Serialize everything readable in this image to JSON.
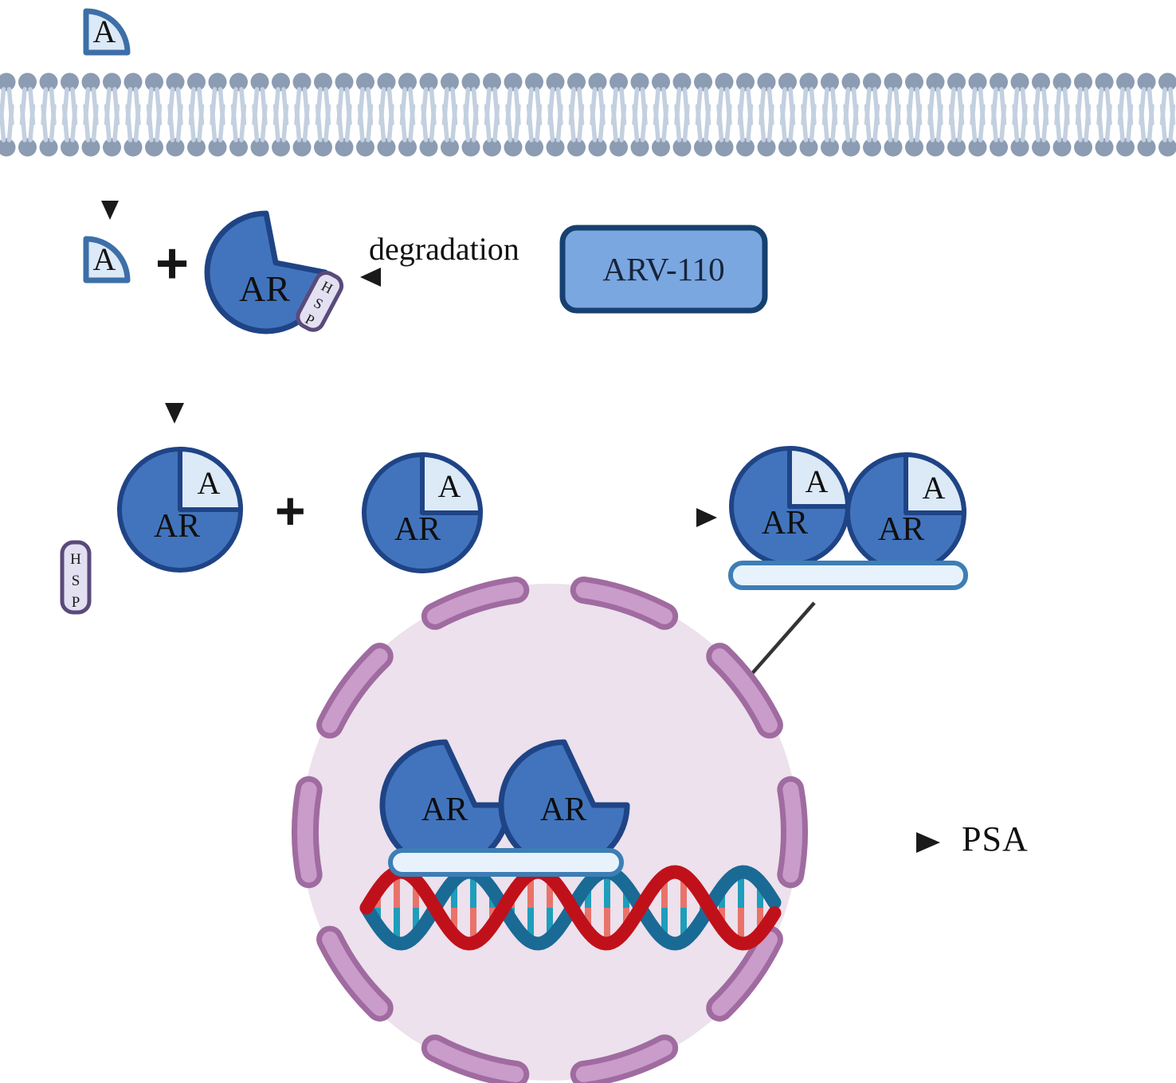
{
  "diagram": {
    "title_text": "",
    "labels": {
      "androgen": "A",
      "receptor": "AR",
      "heat_shock_protein_lines": [
        "H",
        "S",
        "P"
      ],
      "heat_shock_protein": "HSP",
      "degradation": "degradation",
      "drug": "ARV-110",
      "psa": "PSA",
      "plus": "+"
    },
    "colors": {
      "androgen_fill": "#dce9f7",
      "androgen_stroke": "#3d6fa8",
      "receptor_fill": "#4274bd",
      "receptor_stroke": "#1f4486",
      "hsp_fill": "#e3e0f2",
      "hsp_stroke": "#5a4a7a",
      "drug_fill": "#7ba7e0",
      "drug_stroke": "#16406f",
      "membrane_head": "#8b9cb3",
      "membrane_tail": "#c3d0e0",
      "nucleus_fill": "#ece1ec",
      "envelope_outer": "#a06ba0",
      "envelope_inner": "#c99cc9",
      "dna_strand_red": "#c0111b",
      "dna_strand_blue": "#1a6a96",
      "dna_rung_teal": "#1f9dbb",
      "dna_rung_salmon": "#e8736b",
      "dna_platform_fill": "#e8f2fc",
      "dna_platform_stroke": "#3d7eb5",
      "arrow": "#1a1a1a"
    },
    "elements": {
      "extracellular_androgen": "A",
      "membrane": "lipid-bilayer",
      "cytoplasmic_androgen": "A",
      "ar_hsp_complex": "AR",
      "free_hsp": "HSP",
      "ar_monomer_left": "AR",
      "ar_monomer_right": "AR",
      "ar_dimer_left": "AR",
      "ar_dimer_right": "AR",
      "nuclear_ar_left": "AR",
      "nuclear_ar_right": "AR"
    },
    "arrows": [
      {
        "name": "androgen-entry-arrow",
        "from": "extracellular androgen",
        "to": "cytoplasmic androgen"
      },
      {
        "name": "binding-arrow",
        "from": "androgen + AR",
        "to": "AR-A complex"
      },
      {
        "name": "dimerization-arrow",
        "from": "AR monomers",
        "to": "AR dimer"
      },
      {
        "name": "degradation-arrow",
        "from": "ARV-110",
        "to": "AR-HSP complex"
      },
      {
        "name": "nuclear-translocation-arrow",
        "from": "AR dimer",
        "to": "nucleus"
      },
      {
        "name": "psa-transcription-arrow",
        "from": "nucleus",
        "to": "PSA"
      }
    ]
  }
}
